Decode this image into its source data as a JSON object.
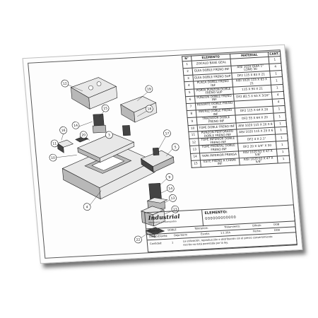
{
  "table": {
    "headers": [
      "N°",
      "ELEMENTO",
      "MATERIAL",
      "CANT."
    ],
    "rows": [
      [
        "1",
        "ZOCALO BASE GEAL",
        "",
        "1"
      ],
      [
        "2",
        "GUIA DOBLE FRENO INF",
        "AISI 1020 QUIA 1\" LONG 30",
        "4"
      ],
      [
        "3",
        "GUIA DOBLE FRENO SUP",
        "DF2 115 X 83 X 21",
        "1"
      ],
      [
        "4",
        "PLACA DOBLE FRENO INF",
        "AISI 1020 115 X 83 X 21",
        "1"
      ],
      [
        "5",
        "PORTA PUNZON DOBLE FRENO SUP",
        "115 X 90 X 21",
        "1"
      ],
      [
        "6",
        "PUNZON DOBLE FRENO INF",
        "DF2 Ø2.5 X 63 X 3/16\"",
        "4"
      ],
      [
        "7",
        "RESORTE DOBLE FRENO INF",
        "",
        "4"
      ],
      [
        "8",
        "MATRIZ DOBLE FRENO INF",
        "DF2 115 X 64 X 20",
        "1"
      ],
      [
        "9",
        "TRAZADOR DOBLE FRENO INF",
        "DF2 55 X 64 X 20",
        "1"
      ],
      [
        "10",
        "TOPE DOBLE FRENO INF",
        "AISI 1020 115 X 20 X 8",
        "1"
      ],
      [
        "11",
        "PUNZON PERFORADO DOBLE FRENO INF",
        "AISI 1020 115 X 29 X 6",
        "1"
      ],
      [
        "12",
        "TOPE INFERIOR DOBLE FRENO INF",
        "DF2 4 X 2.1\"",
        "1"
      ],
      [
        "13",
        "TOPE FRONTAL DOBLE FRENO INF",
        "DF2 20 X 3/4\" X 50",
        "1"
      ],
      [
        "14",
        "TAPA INFERIOR PRENSA",
        "AISI 1020 63 X 47 X 5/8\"",
        "1"
      ],
      [
        "15",
        "ESTE FRENO A CHAPA INF",
        "AISI 1020 63 X 47 X 5/8\"",
        "1"
      ]
    ]
  },
  "title_block": {
    "logo": "Industrial",
    "logo_sub": "Matriceria y Estampados",
    "element_label": "ELEMENTO:",
    "element_code": "000000000000",
    "row1": [
      "Material:",
      "DOBLE",
      "Tolerancia:",
      "Tratamiento:",
      "Dibujó:",
      "DOB"
    ],
    "row2": [
      "Dibujó/Diseñó:",
      "Deja Norm",
      "Escala:",
      "1:1 20A",
      "Fecha:",
      "DOB"
    ],
    "row3": [
      "Cantidad:",
      "1",
      "La utilización, reproducción o distribución sin el previo consentimiento",
      "escrito no está permitida por la ley."
    ]
  },
  "balloons": [
    "12",
    "19",
    "15",
    "14",
    "18",
    "20",
    "11",
    "3",
    "10",
    "17",
    "5",
    "16",
    "4",
    "9",
    "14",
    "13",
    "23",
    "22"
  ]
}
